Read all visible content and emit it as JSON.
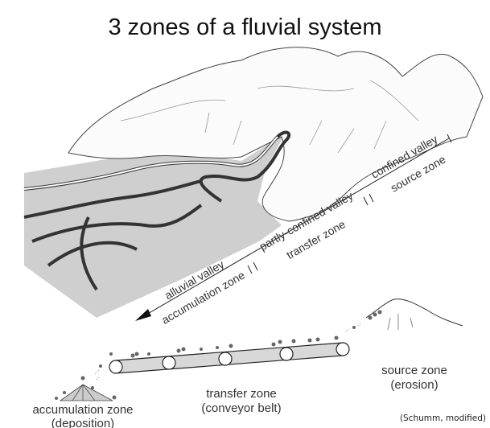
{
  "title": "3 zones of a fluvial system",
  "landscape_labels": {
    "alluvial_valley": "alluvial valley",
    "accumulation_zone": "accumulation zone",
    "partly_confined_valley": "partly-confined valley",
    "transfer_zone": "transfer zone",
    "confined_valley": "confined valley",
    "source_zone": "source zone"
  },
  "conveyor_labels": {
    "source_zone": "source zone",
    "source_zone_sub": "(erosion)",
    "transfer_zone": "transfer zone",
    "transfer_zone_sub": "(conveyor belt)",
    "accumulation_zone": "accumulation zone",
    "accumulation_zone_sub": "(deposition)"
  },
  "citation": "(Schumm, modified)"
}
